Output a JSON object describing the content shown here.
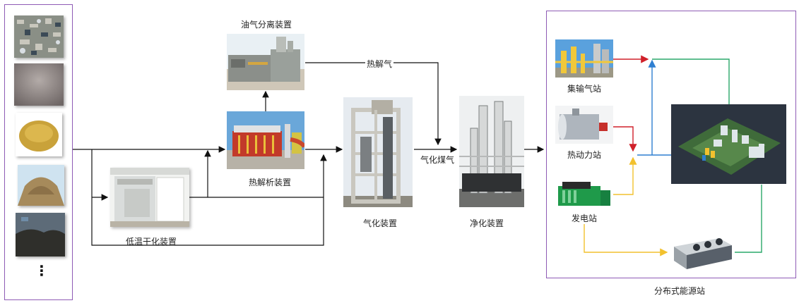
{
  "feedstock": {
    "ellipsis": "⋮"
  },
  "devices": {
    "oil_gas_separator": "油气分离装置",
    "pyrolysis": "热解析装置",
    "low_temp_dryer": "低温干化装置",
    "gasifier": "气化装置",
    "purifier": "净化装置"
  },
  "flows": {
    "pyrolysis_gas": "热解气",
    "gasified_gas": "气化煤气"
  },
  "energy_station": {
    "gas_station": "集输气站",
    "thermal_station": "热动力站",
    "power_station": "发电站",
    "title": "分布式能源站"
  },
  "colors": {
    "frame": "#8e5bb5",
    "red_line": "#d0202a",
    "blue_line": "#2f7fd1",
    "green_line": "#2aa86a",
    "yellow_line": "#f2c12e"
  }
}
